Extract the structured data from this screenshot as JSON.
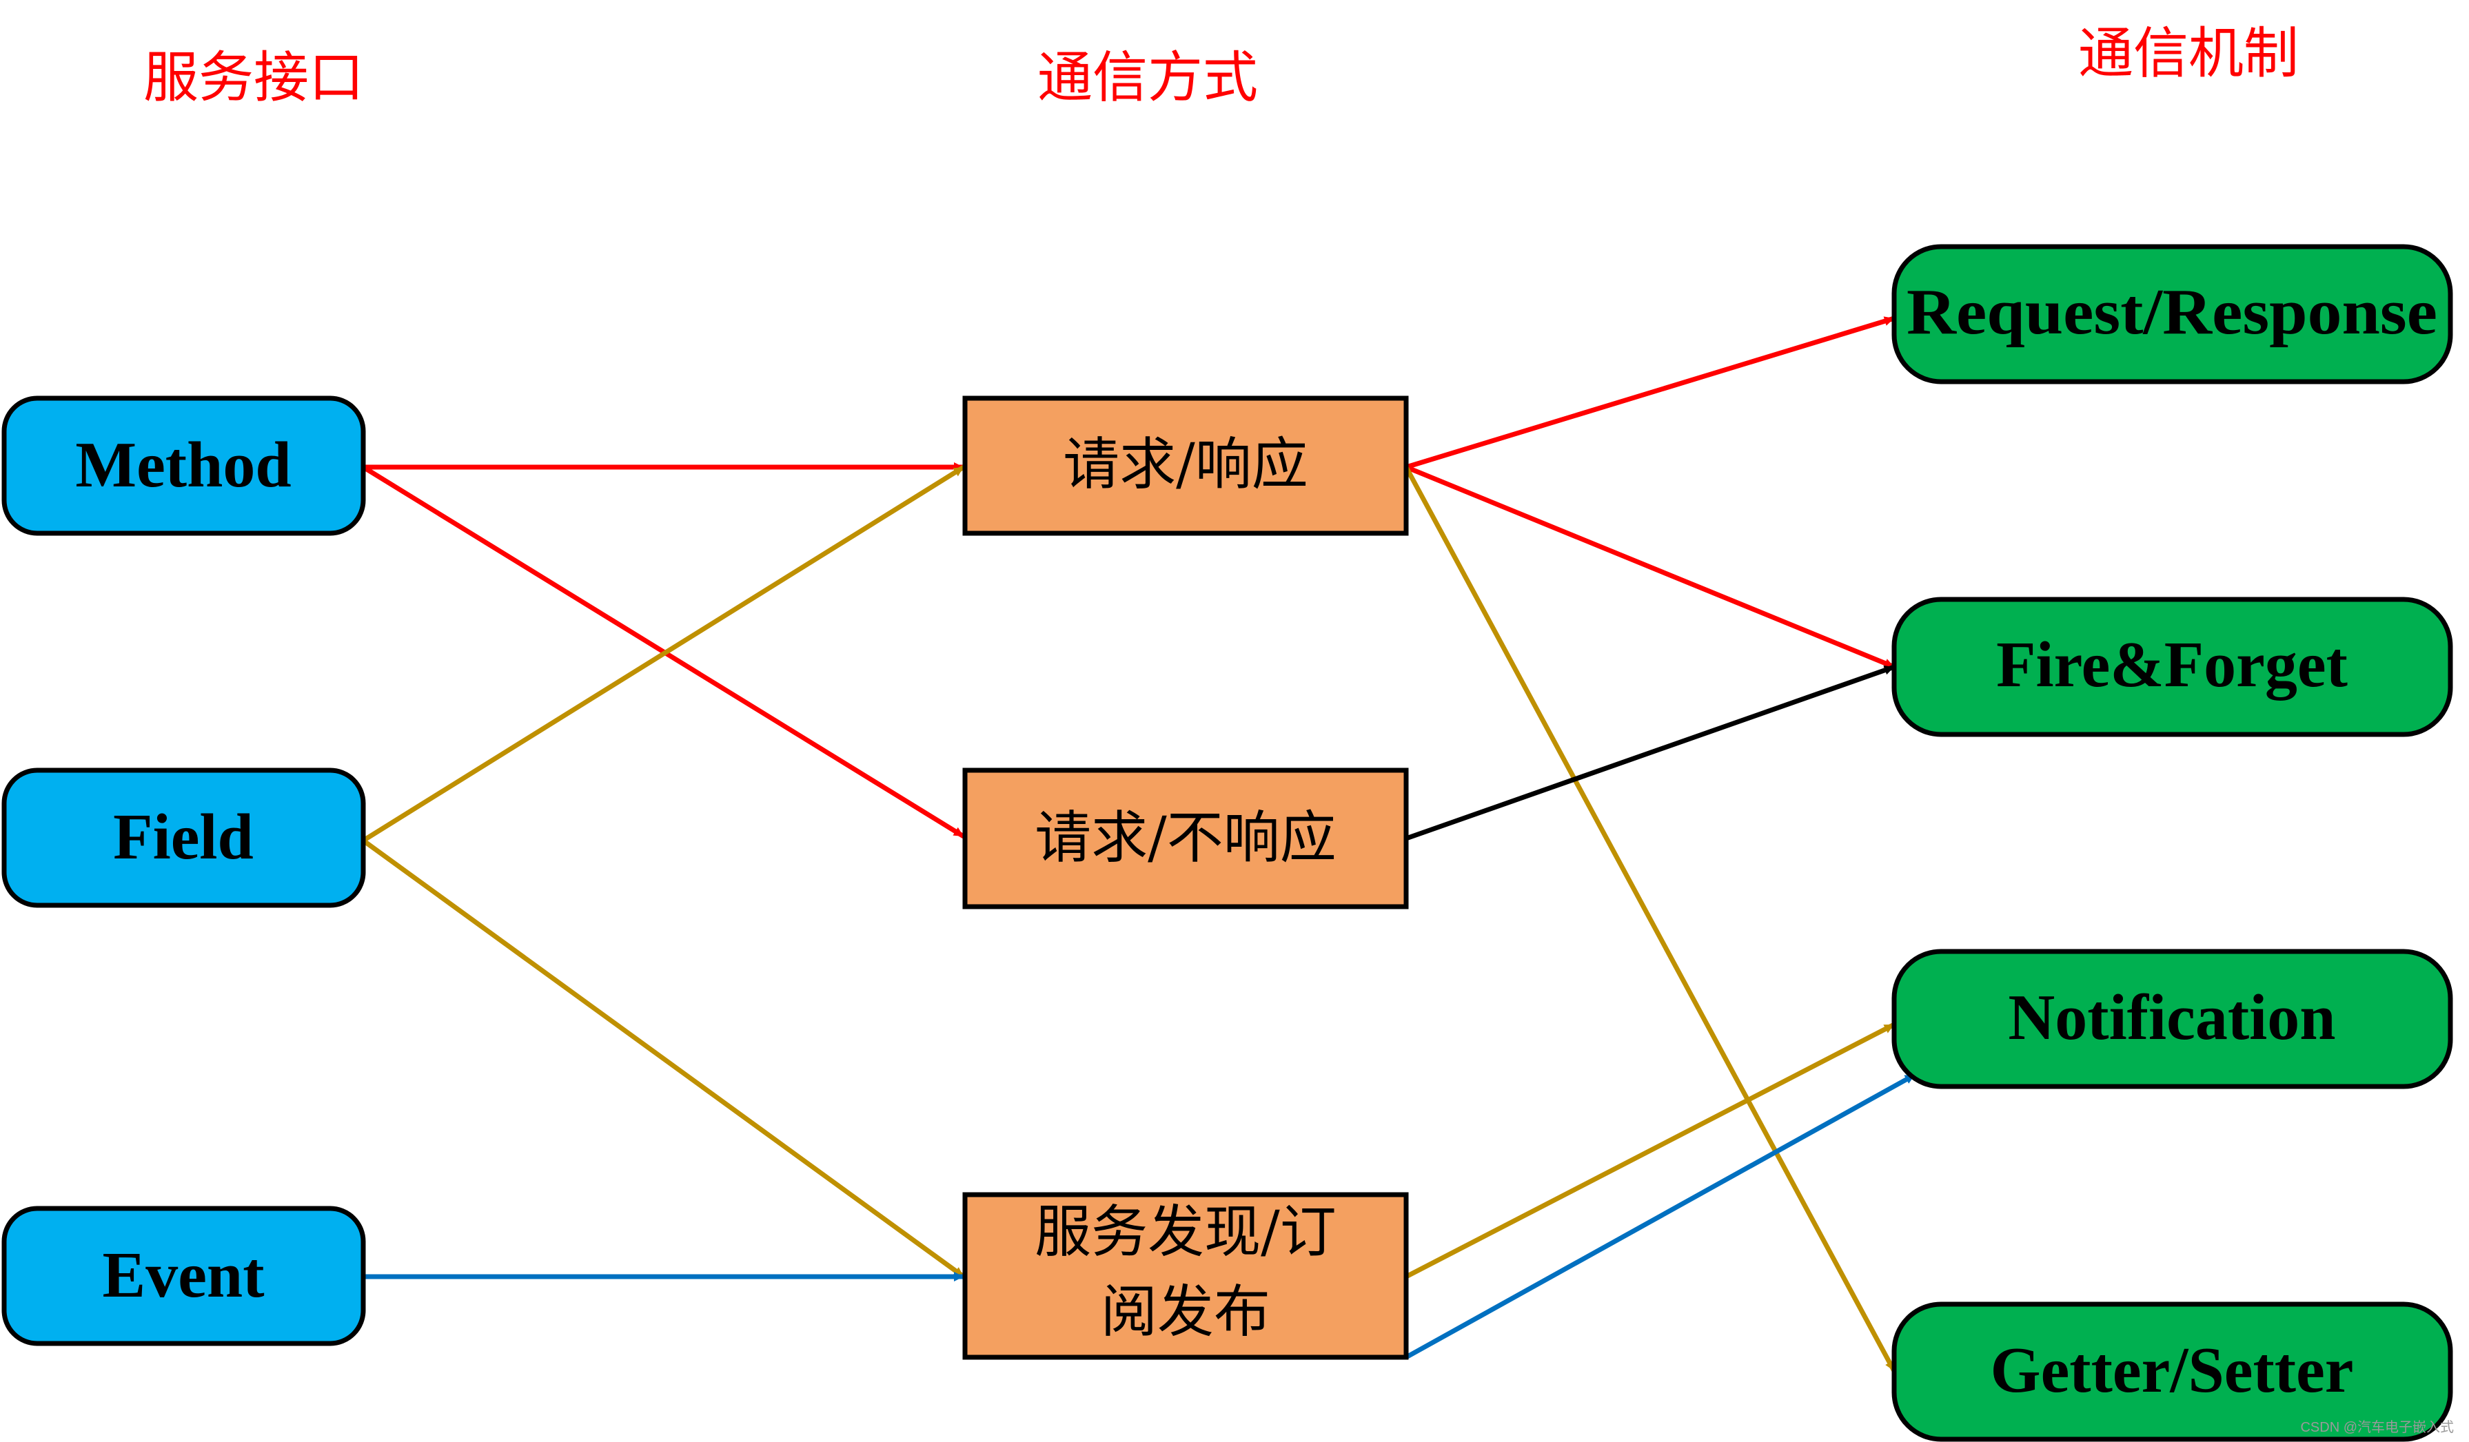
{
  "headers": {
    "service_interface": "服务接口",
    "comm_method": "通信方式",
    "comm_mechanism": "通信机制"
  },
  "interfaces": {
    "method": "Method",
    "field": "Field",
    "event": "Event"
  },
  "methods": {
    "req_resp": "请求/响应",
    "req_noresp": "请求/不响应",
    "sd_line1": "服务发现/订",
    "sd_line2": "阅发布"
  },
  "mechanisms": {
    "request_response": "Request/Response",
    "fire_forget": "Fire&Forget",
    "notification": "Notification",
    "getter_setter": "Getter/Setter"
  },
  "watermark": "CSDN @汽车电子嵌入式",
  "colors": {
    "header_text": "#ff0000",
    "interface_fill": "#00b0f0",
    "method_fill": "#f4a060",
    "mechanism_fill": "#00b050",
    "arrow_red": "#ff0000",
    "arrow_gold": "#bf9000",
    "arrow_blue": "#0070c0",
    "arrow_black": "#000000"
  }
}
